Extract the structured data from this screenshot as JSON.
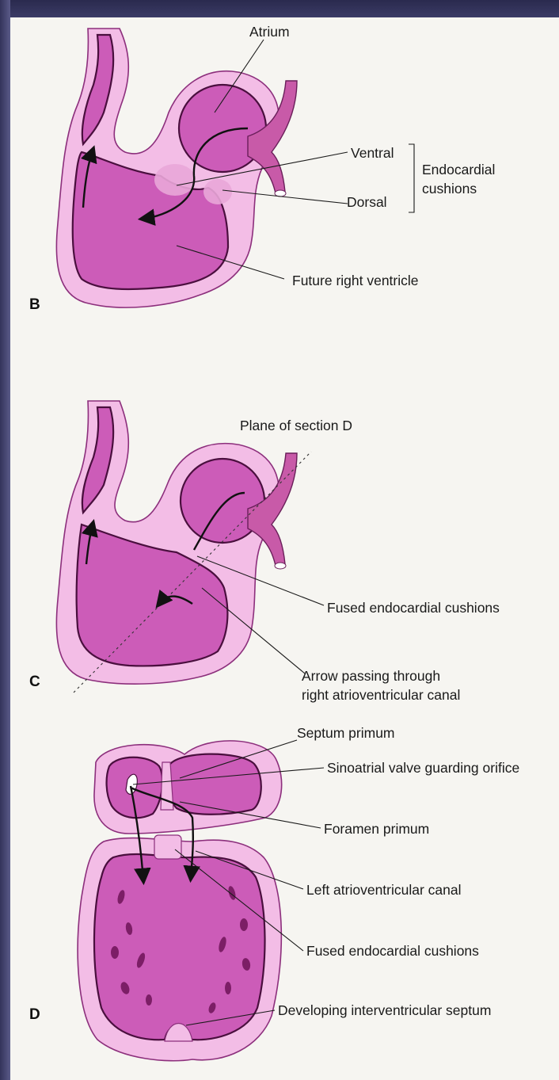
{
  "colors": {
    "frame": "#4c4c78",
    "page": "#f6f5f1",
    "wall": "#f3bde6",
    "lumen": "#cc5cb8",
    "outline": "#8c2f7c"
  },
  "panels": {
    "b": {
      "letter": "B",
      "atrium": "Atrium",
      "ventral": "Ventral",
      "dorsal": "Dorsal",
      "endocardial": "Endocardial",
      "cushions": "cushions",
      "future_rv": "Future right ventricle"
    },
    "c": {
      "letter": "C",
      "plane": "Plane of section D",
      "fused": "Fused endocardial cushions",
      "arrow_line1": "Arrow passing through",
      "arrow_line2": "right atrioventricular canal"
    },
    "d": {
      "letter": "D",
      "septum_primum": "Septum primum",
      "sinoatrial": "Sinoatrial valve guarding orifice",
      "foramen": "Foramen primum",
      "left_av": "Left atrioventricular canal",
      "fused": "Fused endocardial cushions",
      "developing": "Developing interventricular septum"
    }
  }
}
